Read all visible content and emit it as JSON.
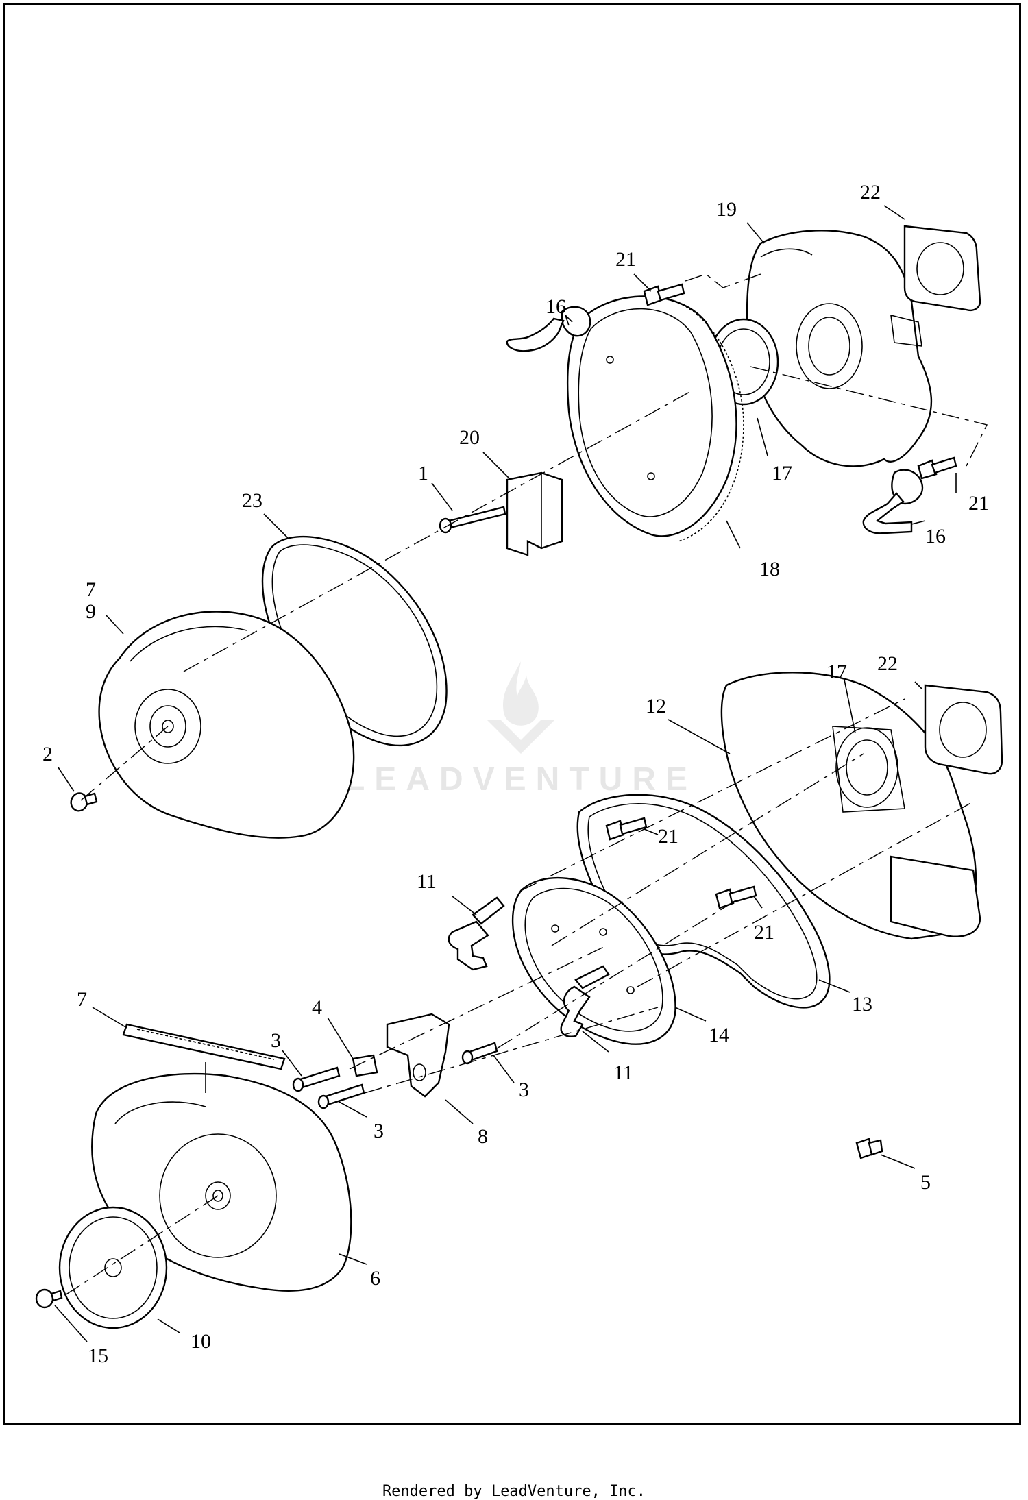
{
  "diagram": {
    "callouts": [
      "22",
      "19",
      "21",
      "16",
      "17",
      "20",
      "1",
      "21",
      "16",
      "18",
      "23",
      "7",
      "9",
      "2",
      "22",
      "17",
      "12",
      "21",
      "11",
      "21",
      "13",
      "7",
      "4",
      "3",
      "3",
      "3",
      "14",
      "11",
      "8",
      "5",
      "6",
      "10",
      "15"
    ],
    "watermark": "LEADVENTURE"
  },
  "footer": {
    "rendered_by": "Rendered by LeadVenture, Inc."
  }
}
